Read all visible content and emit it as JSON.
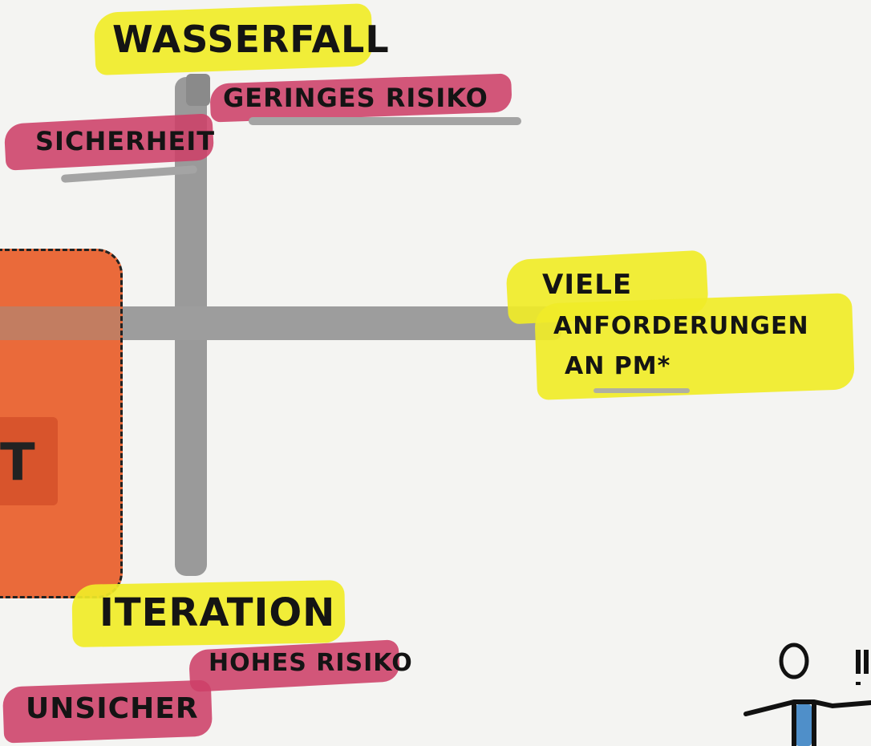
{
  "labels": {
    "wasserfall": "WASSERFALL",
    "geringes_risiko": "GERINGES RISIKO",
    "sicherheit": "SICHERHEIT",
    "viele_line1": "VIELE",
    "viele_line2": "ANFORDERUNGEN",
    "viele_line3": "AN PM*",
    "iteration": "ITERATION",
    "hohes_risiko": "HOHES RISIKO",
    "unsicher": "UNSICHER",
    "box_partial": "T"
  },
  "colors": {
    "yellow": "#f2ec3a",
    "pink": "#cd4068",
    "orange": "#ea6a3a",
    "gray": "#9c9c9c"
  }
}
